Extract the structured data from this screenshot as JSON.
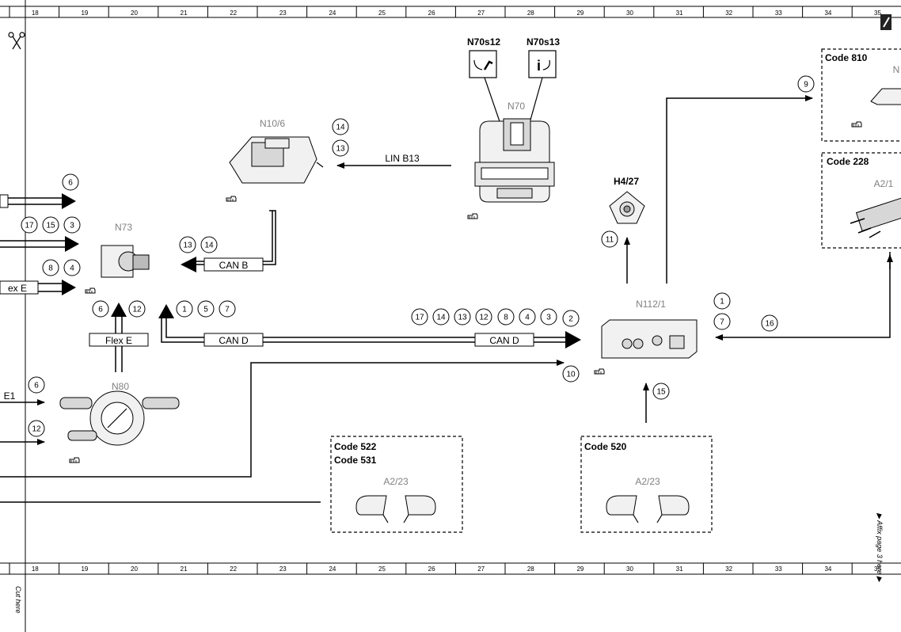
{
  "ruler": [
    "18",
    "19",
    "20",
    "21",
    "22",
    "23",
    "24",
    "25",
    "26",
    "27",
    "28",
    "29",
    "30",
    "31",
    "32",
    "33",
    "34",
    "35"
  ],
  "side_labels": {
    "cut_here": "Cut here",
    "affix": "▶ Affix page 3 here ▶"
  },
  "components": {
    "n70": "N70",
    "n70s12": "N70s12",
    "n70s13": "N70s13",
    "n10_6": "N10/6",
    "n73": "N73",
    "n80": "N80",
    "h4_27": "H4/27",
    "n112_1": "N112/1",
    "a2_23_left": "A2/23",
    "a2_23_right": "A2/23",
    "a2_1": "A2/1"
  },
  "codes": {
    "code810": "Code 810",
    "code228": "Code 228",
    "code522": "Code 522",
    "code531": "Code 531",
    "code520": "Code 520"
  },
  "buses": {
    "lin_b13": "LIN B13",
    "can_b": "CAN B",
    "can_d_left": "CAN D",
    "can_d_right": "CAN D",
    "flex_e": "Flex E",
    "flex_e_cut": "ex E",
    "e1_cut": "E1"
  },
  "numbers": {
    "c14_top": "14",
    "c13_top": "13",
    "c6_a": "6",
    "c17": "17",
    "c15_a": "15",
    "c3_a": "3",
    "c8_a": "8",
    "c4_a": "4",
    "c13_canb": "13",
    "c14_canb": "14",
    "c6_b": "6",
    "c12_a": "12",
    "c1_a": "1",
    "c5": "5",
    "c7_a": "7",
    "bus_17": "17",
    "bus_14": "14",
    "bus_13": "13",
    "bus_12": "12",
    "bus_8": "8",
    "bus_4": "4",
    "bus_3": "3",
    "bus_2": "2",
    "c10": "10",
    "c11": "11",
    "c9": "9",
    "c1_b": "1",
    "c7_b": "7",
    "c16": "16",
    "c15_b": "15",
    "c6_c": "6",
    "c12_b": "12"
  },
  "icons": [
    "scissors-icon",
    "pen-icon",
    "phone-wrench-icon",
    "info-phone-icon",
    "reference-hand-icon"
  ]
}
